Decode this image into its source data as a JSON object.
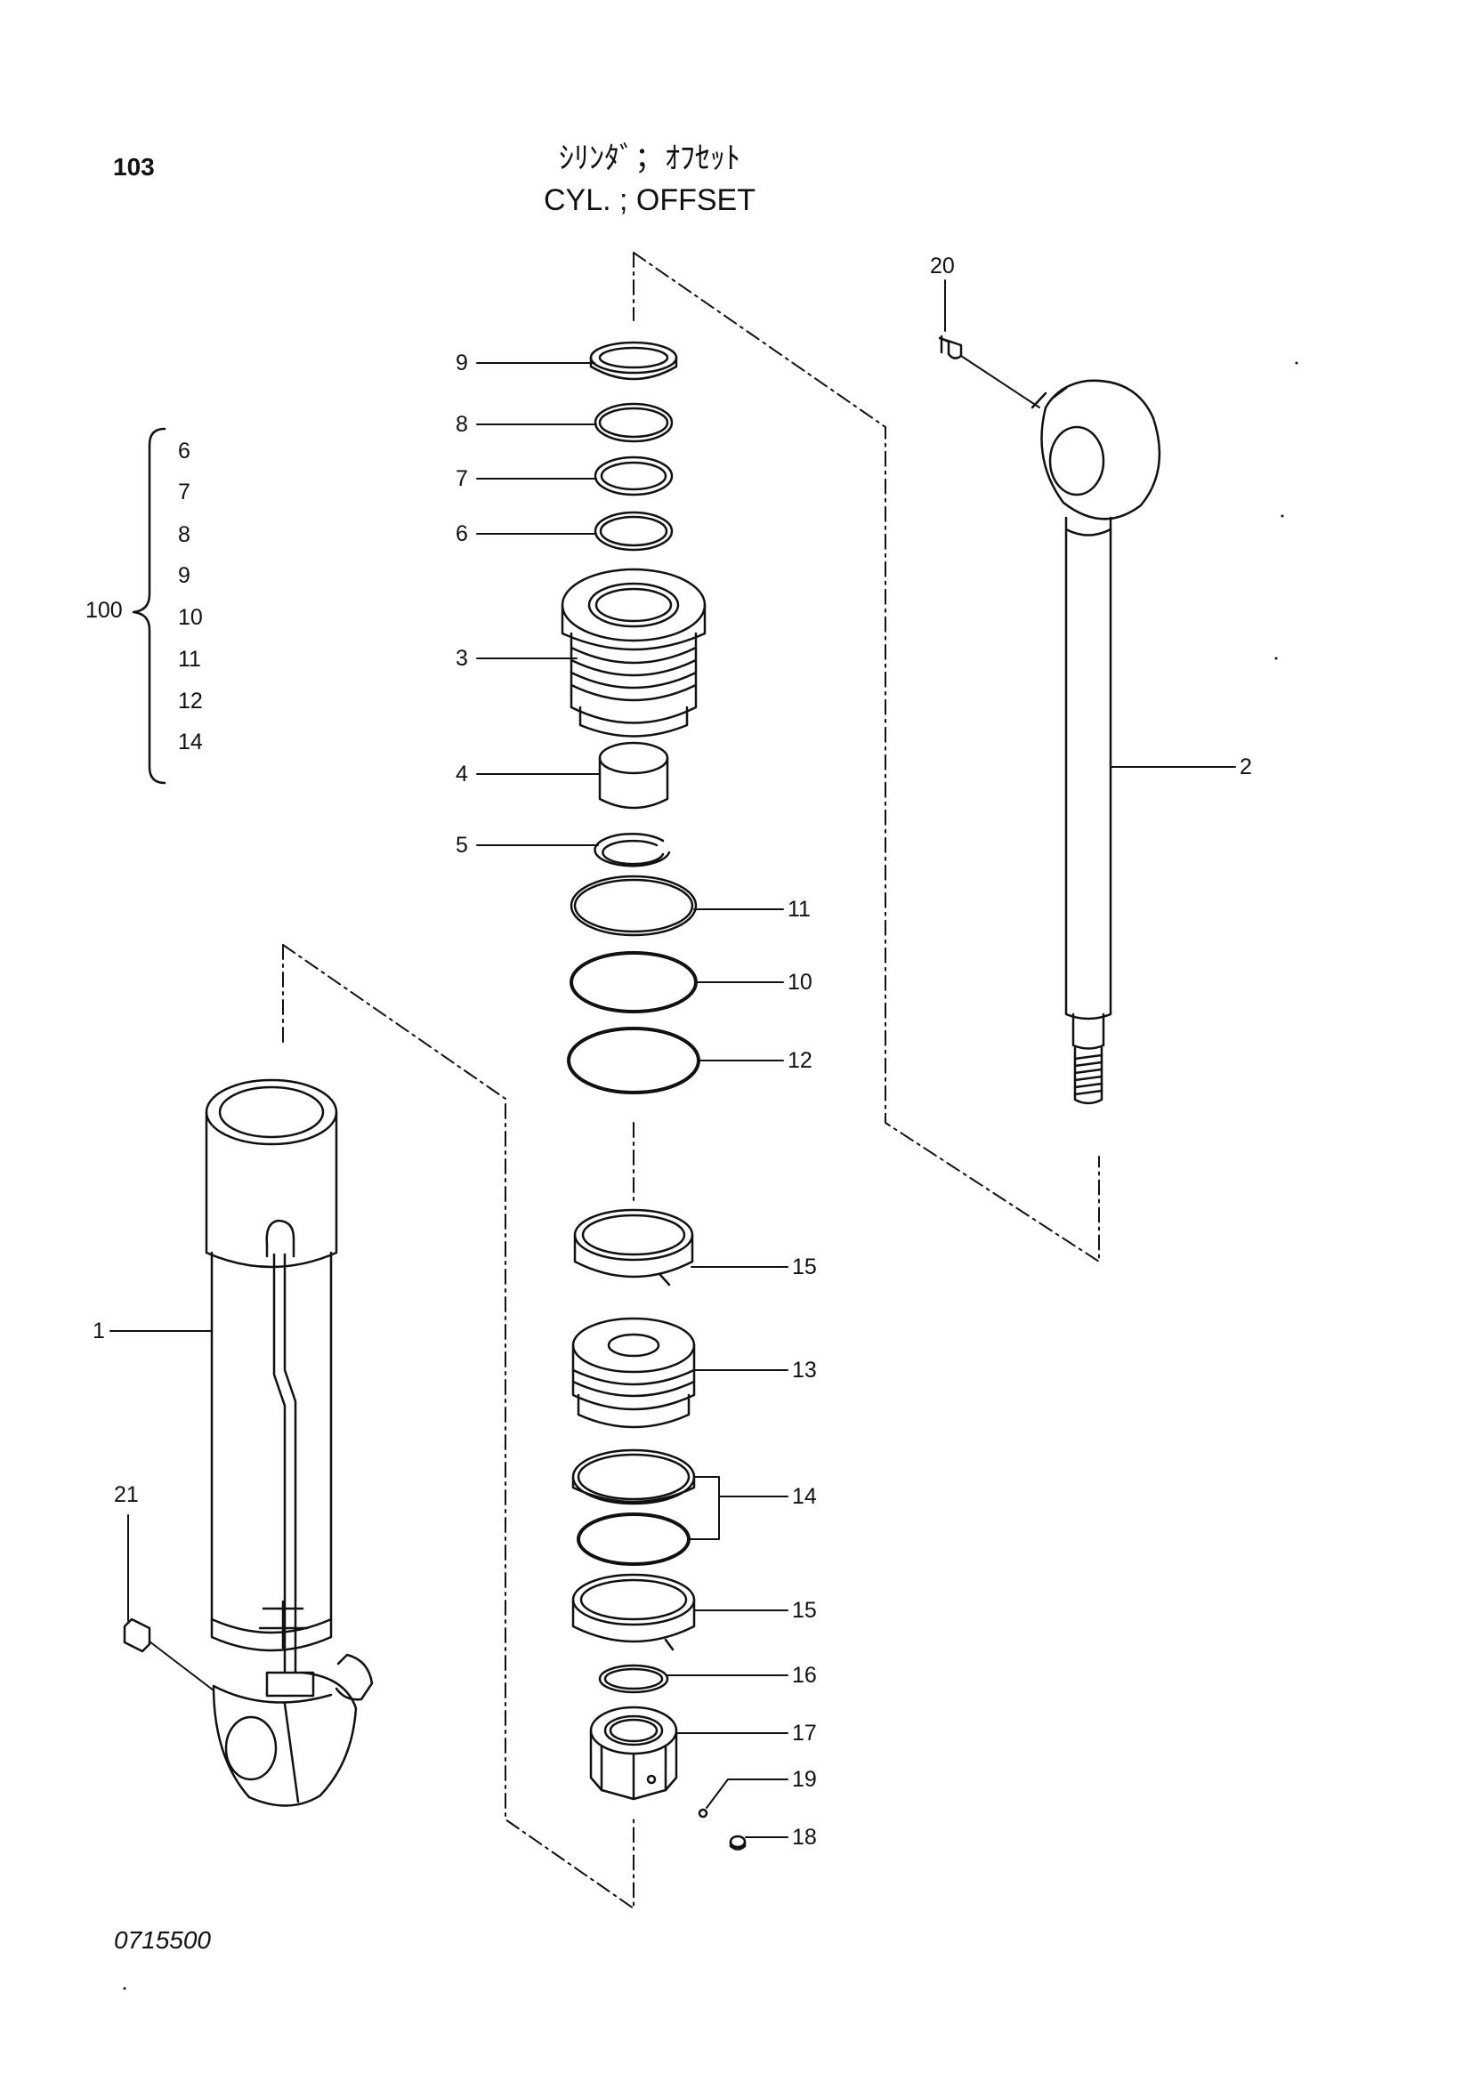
{
  "header": {
    "page_number": "103",
    "title_jp": "ｼﾘﾝﾀﾞ；ｵﾌｾｯﾄ",
    "title_en": "CYL. ; OFFSET"
  },
  "group": {
    "label": "100",
    "items": [
      "6",
      "7",
      "8",
      "9",
      "10",
      "11",
      "12",
      "14"
    ]
  },
  "callouts": {
    "p1": "1",
    "p2": "2",
    "p3": "3",
    "p4": "4",
    "p5": "5",
    "p6": "6",
    "p7": "7",
    "p8": "8",
    "p9": "9",
    "p10": "10",
    "p11": "11",
    "p12": "12",
    "p13": "13",
    "p14": "14",
    "p15a": "15",
    "p15b": "15",
    "p16": "16",
    "p17": "17",
    "p18": "18",
    "p19": "19",
    "p20": "20",
    "p21": "21"
  },
  "footer": {
    "drawing_code": "0715500"
  }
}
